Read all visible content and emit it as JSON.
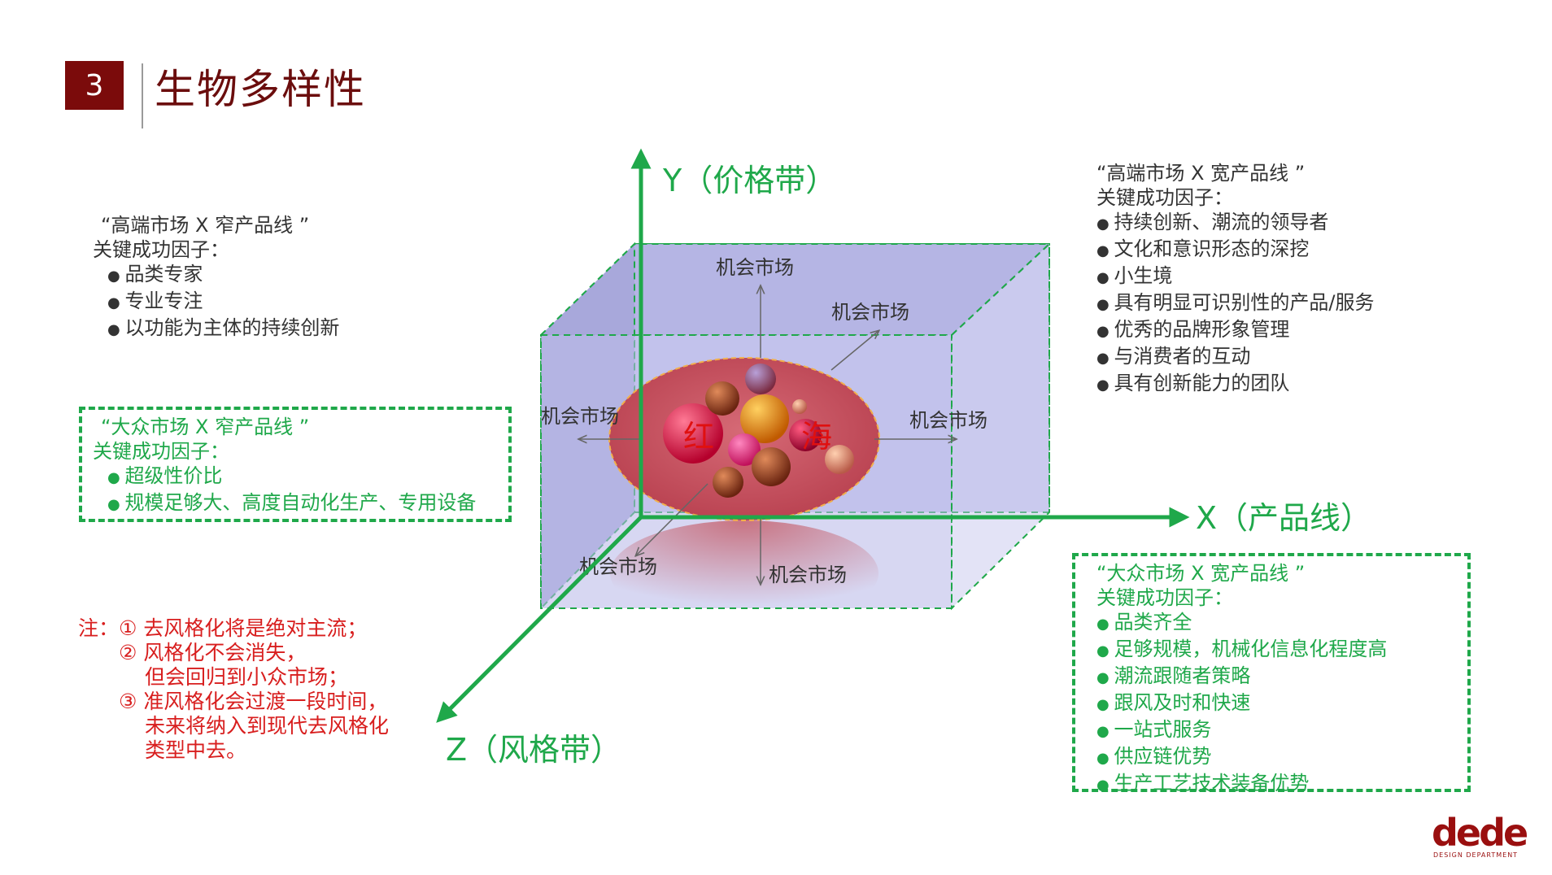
{
  "header": {
    "slide_number": "3",
    "title": "生物多样性"
  },
  "axes": {
    "y_label": "Y（价格带）",
    "x_label": "X（产品线）",
    "z_label": "Z（风格带）"
  },
  "cube": {
    "opportunity_labels": [
      "机会市场",
      "机会市场",
      "机会市场",
      "机会市场",
      "机会市场",
      "机会市场"
    ],
    "red_sea_chars": [
      "红",
      "海"
    ]
  },
  "quadrants": {
    "high_narrow": {
      "title": "“高端市场 X 窄产品线 ”",
      "subtitle": "关键成功因子：",
      "items": [
        "品类专家",
        "专业专注",
        "以功能为主体的持续创新"
      ]
    },
    "mass_narrow": {
      "title": "“大众市场 X 窄产品线 ”",
      "subtitle": "关键成功因子：",
      "items": [
        "超级性价比",
        "规模足够大、高度自动化生产、专用设备"
      ]
    },
    "high_wide": {
      "title": "“高端市场 X 宽产品线 ”",
      "subtitle": "关键成功因子：",
      "items": [
        "持续创新、潮流的领导者",
        "文化和意识形态的深挖",
        "小生境",
        "具有明显可识别性的产品/服务",
        "优秀的品牌形象管理",
        "与消费者的互动",
        "具有创新能力的团队"
      ]
    },
    "mass_wide": {
      "title": "“大众市场 X 宽产品线 ”",
      "subtitle": "关键成功因子：",
      "items": [
        "品类齐全",
        "足够规模，机械化信息化程度高",
        "潮流跟随者策略",
        "跟风及时和快速",
        "一站式服务",
        "供应链优势",
        " 生产工艺技术装备优势"
      ]
    }
  },
  "note": {
    "prefix": "注：",
    "line1": "① 去风格化将是绝对主流；",
    "line2": "② 风格化不会消失，",
    "line3": "但会回归到小众市场；",
    "line4": "③ 准风格化会过渡一段时间，",
    "line5": "未来将纳入到现代去风格化",
    "line6": "类型中去。"
  },
  "colors": {
    "accent_green": "#1fa84a",
    "brand_red": "#7b0b0b",
    "cube_fill": "#b9b9e8",
    "red_sea": "#c8505e",
    "note_red": "#d81e1e"
  },
  "logo": {
    "text": "dede",
    "subtitle": "DESIGN DEPARTMENT"
  }
}
